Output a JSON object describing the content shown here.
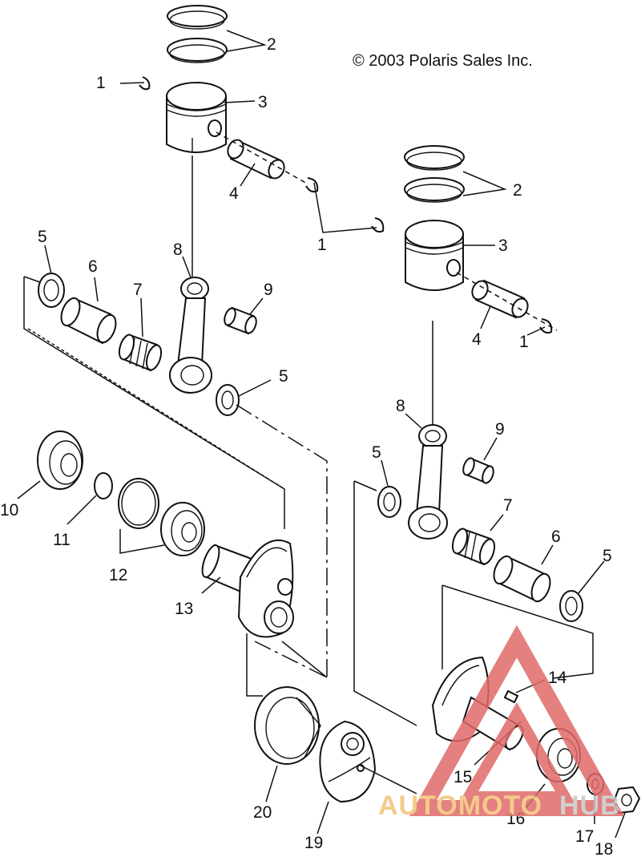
{
  "copyright": "© 2003 Polaris Sales Inc.",
  "watermark": {
    "text_orange": "AUTOMOTO",
    "text_gray": "HUB",
    "color_orange": "#f3c178",
    "color_gray": "#c8c8c8",
    "color_triangle": "#e06a6a"
  },
  "callouts": [
    {
      "id": "c2a",
      "label": "2"
    },
    {
      "id": "c1a",
      "label": "1"
    },
    {
      "id": "c3a",
      "label": "3"
    },
    {
      "id": "c4a",
      "label": "4"
    },
    {
      "id": "c2b",
      "label": "2"
    },
    {
      "id": "c1b",
      "label": "1"
    },
    {
      "id": "c3b",
      "label": "3"
    },
    {
      "id": "c5a",
      "label": "5"
    },
    {
      "id": "c6a",
      "label": "6"
    },
    {
      "id": "c8a",
      "label": "8"
    },
    {
      "id": "c7a",
      "label": "7"
    },
    {
      "id": "c9a",
      "label": "9"
    },
    {
      "id": "c4b",
      "label": "4"
    },
    {
      "id": "c1c",
      "label": "1"
    },
    {
      "id": "c5b",
      "label": "5"
    },
    {
      "id": "c8b",
      "label": "8"
    },
    {
      "id": "c9b",
      "label": "9"
    },
    {
      "id": "c5c",
      "label": "5"
    },
    {
      "id": "c10",
      "label": "10"
    },
    {
      "id": "c7b",
      "label": "7"
    },
    {
      "id": "c11",
      "label": "11"
    },
    {
      "id": "c6b",
      "label": "6"
    },
    {
      "id": "c5d",
      "label": "5"
    },
    {
      "id": "c12",
      "label": "12"
    },
    {
      "id": "c13",
      "label": "13"
    },
    {
      "id": "c14",
      "label": "14"
    },
    {
      "id": "c15",
      "label": "15"
    },
    {
      "id": "c16",
      "label": "16"
    },
    {
      "id": "c20",
      "label": "20"
    },
    {
      "id": "c17",
      "label": "17"
    },
    {
      "id": "c19",
      "label": "19"
    },
    {
      "id": "c18",
      "label": "18"
    }
  ]
}
